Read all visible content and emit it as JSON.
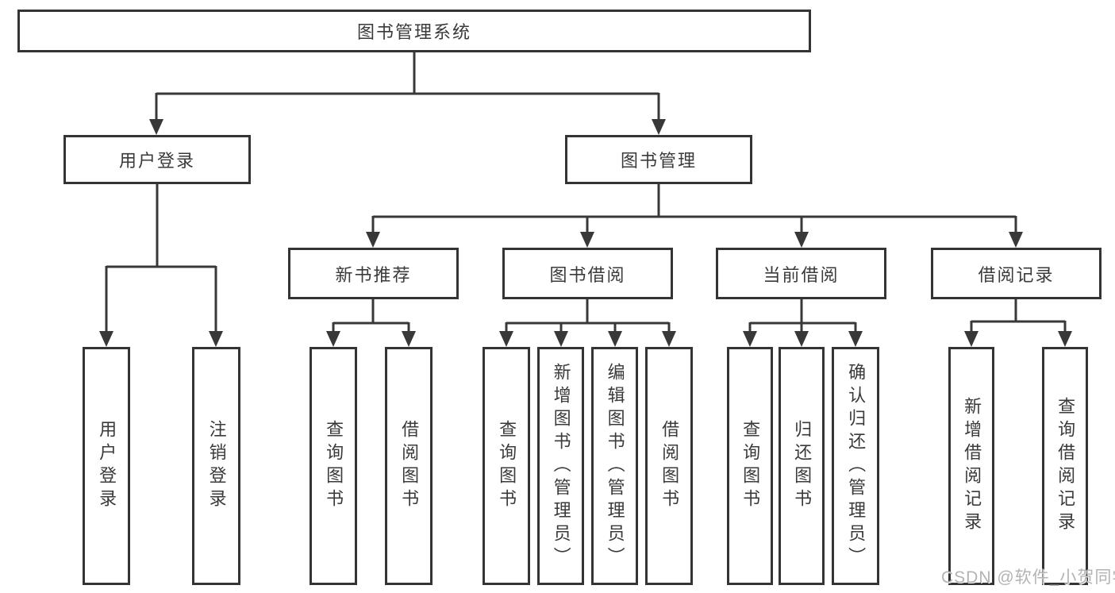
{
  "tree": {
    "root": {
      "label": "图书管理系统",
      "children": [
        {
          "label": "用户登录",
          "children": [
            {
              "label": "用户登录"
            },
            {
              "label": "注销登录"
            }
          ]
        },
        {
          "label": "图书管理",
          "children": [
            {
              "label": "新书推荐",
              "children": [
                {
                  "label": "查询图书"
                },
                {
                  "label": "借阅图书"
                }
              ]
            },
            {
              "label": "图书借阅",
              "children": [
                {
                  "label": "查询图书"
                },
                {
                  "label": "新增图书（管理员）"
                },
                {
                  "label": "编辑图书（管理员）"
                },
                {
                  "label": "借阅图书"
                }
              ]
            },
            {
              "label": "当前借阅",
              "children": [
                {
                  "label": "查询图书"
                },
                {
                  "label": "归还图书"
                },
                {
                  "label": "确认归还（管理员）"
                }
              ]
            },
            {
              "label": "借阅记录",
              "children": [
                {
                  "label": "新增借阅记录"
                },
                {
                  "label": "查询借阅记录"
                }
              ]
            }
          ]
        }
      ]
    }
  },
  "colors": {
    "line": "#383838",
    "border": "#343434",
    "text": "#3a3a3a",
    "watermark": "#b3b3b3",
    "background": "#ffffff"
  },
  "watermark": {
    "text": "CSDN @软件_小贺同学"
  }
}
